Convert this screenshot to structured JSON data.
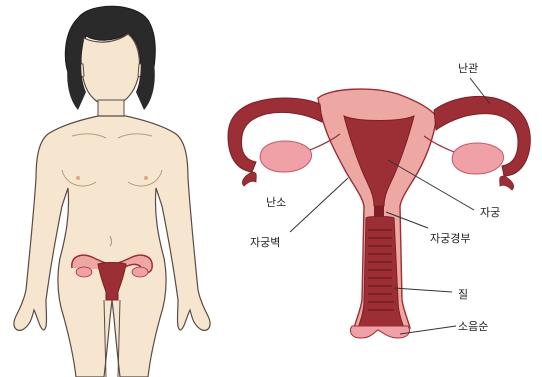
{
  "labels": {
    "fallopian_tube": "난관",
    "ovary": "난소",
    "uterus": "자궁",
    "uterine_wall": "자궁벽",
    "cervix": "자궁경부",
    "vagina": "질",
    "labia_minora": "소음순"
  },
  "colors": {
    "outline": "#5a4a44",
    "skin": "#f7e6cf",
    "hair": "#2a2a2a",
    "tissue_light": "#eda8a3",
    "tissue_dark": "#9b2f35",
    "ovary_pink": "#f0a1a8",
    "canal_dark": "#7e1f27"
  }
}
